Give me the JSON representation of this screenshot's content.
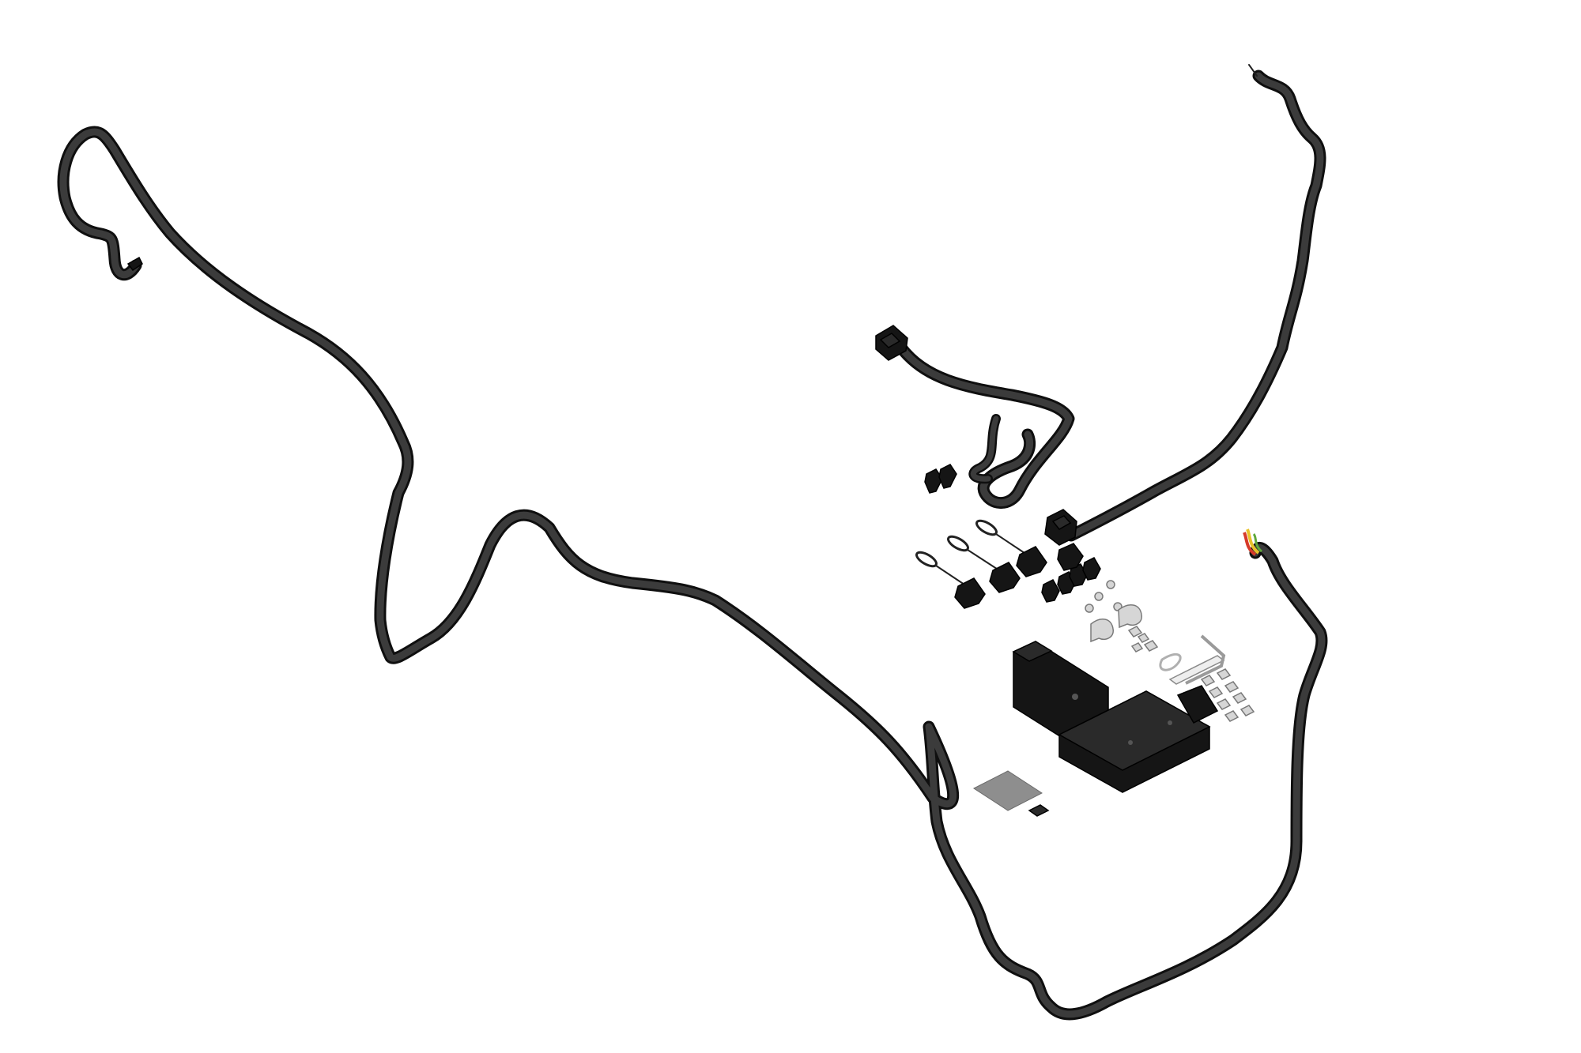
{
  "diagram": {
    "background": "#ffffff",
    "colors": {
      "cable": "#3b3b3b",
      "cable_outline": "#0f0f0f",
      "connector": "#151515",
      "hardware_metal": "#d6d6d6",
      "pad_gray": "#8e8e8e",
      "wire_yellow": "#e8c22a",
      "wire_red": "#d63a2a",
      "wire_green": "#5fa83a"
    },
    "parts": [
      {
        "id": "main-harness",
        "icon": "long-cable"
      },
      {
        "id": "right-harness",
        "icon": "long-cable"
      },
      {
        "id": "short-harness",
        "icon": "short-cable"
      },
      {
        "id": "fuse-holders",
        "icon": "fuse-holder-with-loop"
      },
      {
        "id": "receiver-mount",
        "icon": "bracket-receiver"
      },
      {
        "id": "hardware-kit",
        "icon": "bolts-nuts-clamps"
      },
      {
        "id": "hitch-pin",
        "icon": "hitch-pin-clip"
      },
      {
        "id": "adhesive-pad",
        "icon": "square-pad"
      },
      {
        "id": "bare-wires",
        "icon": "stripped-wire-ends"
      }
    ]
  }
}
